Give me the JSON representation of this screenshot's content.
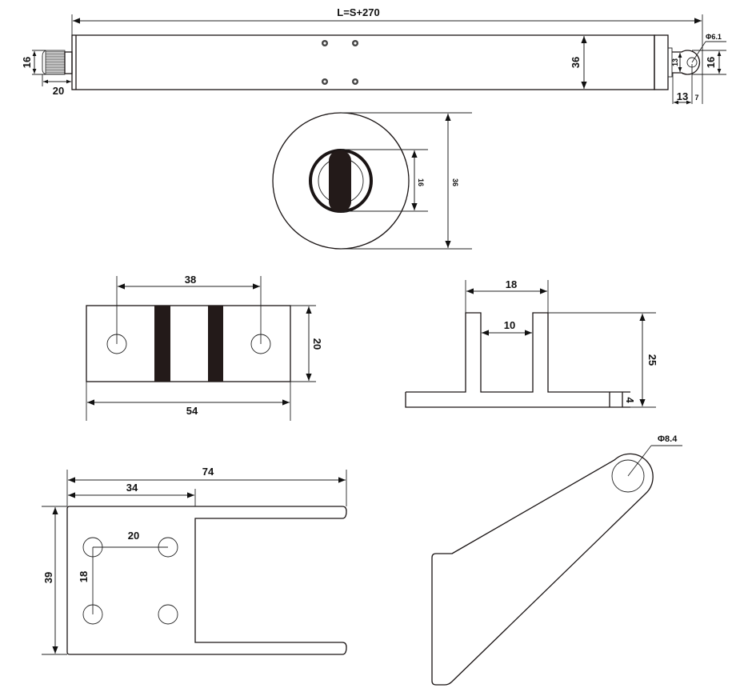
{
  "drawing": {
    "type": "technical-drawing",
    "subject": "linear actuator with mounting brackets",
    "colors": {
      "line": "#1a1414",
      "solid": "#231a19",
      "background": "#ffffff"
    }
  },
  "views": {
    "actuator_side": {
      "overall_length": "L=S+270",
      "knob_diameter": "16",
      "knob_length": "20",
      "body_diameter": "36",
      "rod_end_neck": "13",
      "rod_end_diameter": "16",
      "rod_end_hole": "Φ6.1",
      "rod_end_offset_a": "13",
      "rod_end_offset_b": "7"
    },
    "actuator_end": {
      "outer_diameter": "36",
      "slot_height": "16"
    },
    "bracket_top": {
      "hole_spacing": "38",
      "width": "20",
      "length": "54"
    },
    "bracket_profile": {
      "outer_width": "18",
      "inner_gap": "10",
      "height": "25",
      "base_thickness": "4"
    },
    "mount_plate": {
      "overall_length": "74",
      "plate_width": "34",
      "height": "39",
      "hole_spacing_x": "20",
      "hole_spacing_y": "18"
    },
    "link_arm": {
      "hole_diameter": "Φ8.4"
    }
  }
}
